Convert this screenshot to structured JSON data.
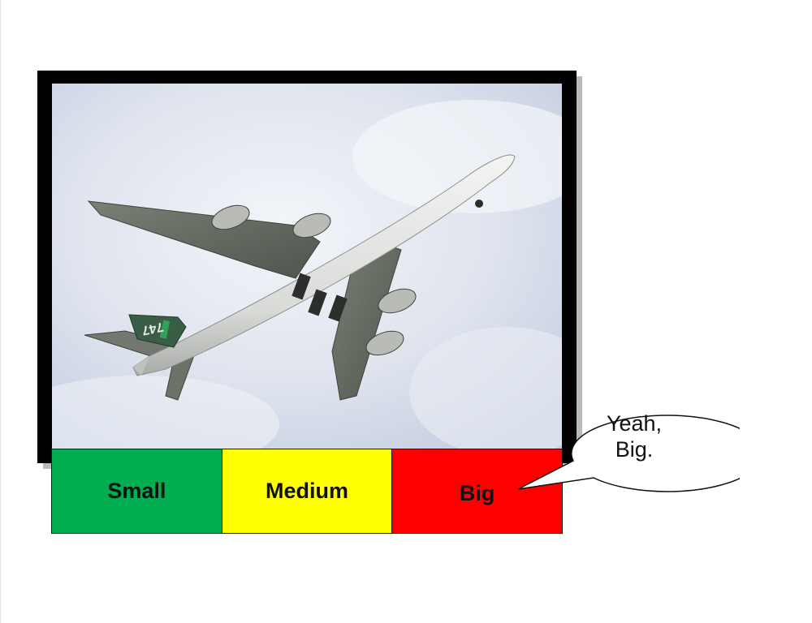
{
  "scale": {
    "items": [
      {
        "label": "Small",
        "color": "#00ad50"
      },
      {
        "label": "Medium",
        "color": "#ffff00"
      },
      {
        "label": "Big",
        "color": "#ff0000"
      }
    ]
  },
  "callout": {
    "line1": "Yeah,",
    "line2": "Big."
  },
  "photo": {
    "subject": "airplane",
    "tail_marking": "747"
  }
}
